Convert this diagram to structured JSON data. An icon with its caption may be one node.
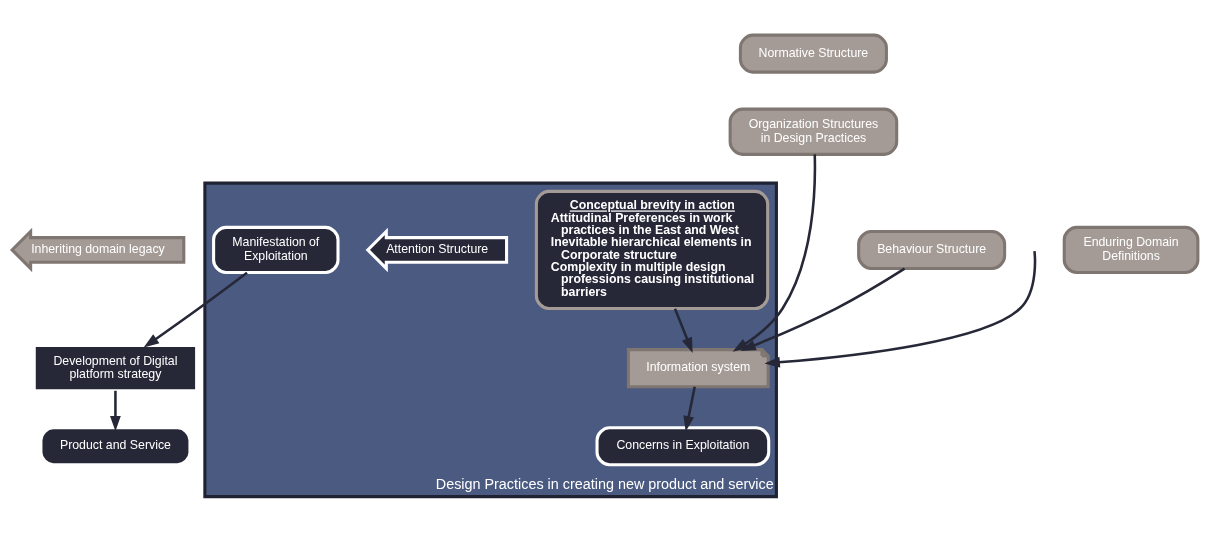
{
  "diagram": {
    "nodes": [
      {
        "text": [
          "Design Practices in creating new product and service"
        ]
      },
      {
        "text": [
          "Normative Structure"
        ]
      },
      {
        "text": [
          "Organization Structures in Design Practices"
        ]
      },
      {
        "text": [
          "Behaviour Structure"
        ]
      },
      {
        "text": [
          "Inheriting domain legacy"
        ]
      },
      {
        "text": [
          "Enduring Domain Definitions"
        ]
      },
      {
        "text": [
          "Conceptual brevity in action",
          "Attitudinal Preferences in work practices in the East and West",
          "Inevitable hierarchical elements in Corporate structure",
          "Complexity in multiple design professions causing institutional barriers"
        ],
        "in": 0
      },
      {
        "text": [
          "Information system"
        ],
        "in": 0
      },
      {
        "text": [
          "Attention Structure"
        ],
        "in": 0
      },
      {
        "text": [
          "Manifestation of Exploitation"
        ],
        "in": 0
      },
      {
        "text": [
          "Concerns in Exploitation"
        ],
        "in": 0
      },
      {
        "text": [
          "Development of Digital platform strategy"
        ]
      },
      {
        "text": [
          "Product and Service"
        ]
      }
    ],
    "edges": [
      {
        "from": 3,
        "to": 7,
        "arrow": "to"
      },
      {
        "from": 2,
        "to": 7,
        "arrow": "to"
      },
      {
        "from": 6,
        "to": 7,
        "arrow": "to"
      },
      {
        "from": null,
        "to": 7,
        "arrow": "to"
      },
      {
        "from": 7,
        "to": 10,
        "arrow": "to"
      },
      {
        "from": 9,
        "to": 11,
        "arrow": "to"
      },
      {
        "from": 11,
        "to": 12,
        "arrow": "to"
      }
    ]
  }
}
